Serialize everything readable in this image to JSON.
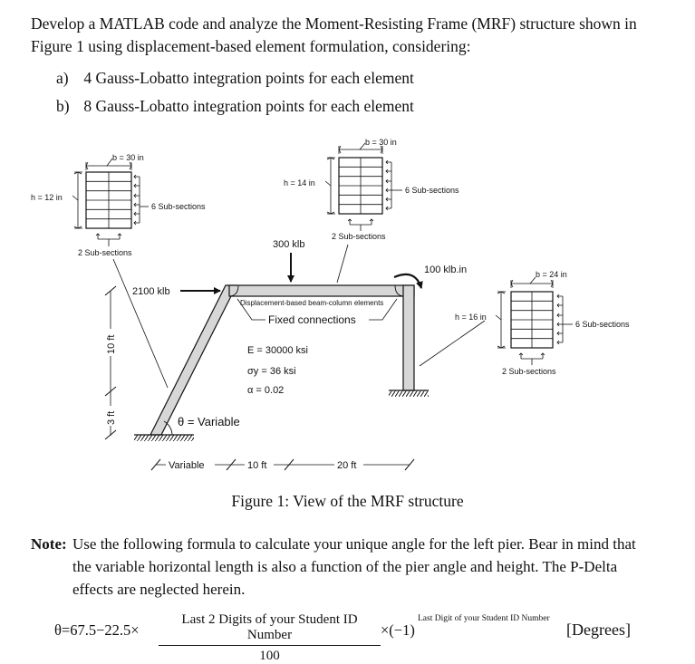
{
  "intro": "Develop a MATLAB code and analyze the Moment-Resisting Frame (MRF) structure shown in Figure 1 using displacement-based element formulation, considering:",
  "items": [
    {
      "label": "a)",
      "text": "4 Gauss-Lobatto integration points for each element"
    },
    {
      "label": "b)",
      "text": "8 Gauss-Lobatto integration points for each element"
    }
  ],
  "figure": {
    "sections": {
      "left": {
        "b": "b = 30 in",
        "h": "h = 12 in",
        "sub6": "6 Sub-sections",
        "sub2": "2 Sub-sections"
      },
      "top": {
        "b": "b = 30 in",
        "h": "h = 14 in",
        "sub6": "6 Sub-sections",
        "sub2": "2 Sub-sections"
      },
      "right": {
        "b": "b = 24 in",
        "h": "h = 16 in",
        "sub6": "6 Sub-sections",
        "sub2": "2 Sub-sections"
      }
    },
    "loads": {
      "gravity": "300 klb",
      "lateral": "2100 klb",
      "moment": "100 klb.in"
    },
    "element_note": "Displacement-based beam-column elements",
    "connections": "Fixed connections",
    "props": {
      "E": "E = 30000 ksi",
      "fy": "σy = 36 ksi",
      "alpha": "α = 0.02"
    },
    "theta": "θ = Variable",
    "heights": {
      "upper": "10 ft",
      "lower": "3 ft"
    },
    "spans": {
      "variable": "Variable",
      "mid": "10 ft",
      "right": "20 ft"
    }
  },
  "caption": "Figure 1: View of the MRF structure",
  "note": {
    "label": "Note:",
    "text": "Use the following formula to calculate your unique angle for the left pier. Bear in mind that the variable horizontal length is also a function of the pier angle and height. The P-Delta effects are neglected herein."
  },
  "formula": {
    "lhs": "θ=67.5−22.5×",
    "numerator": "Last 2 Digits of your Student ID Number",
    "denominator": "100",
    "mid": "×(−1)",
    "exponent": "Last Digit of your Student ID Number",
    "unit": "[Degrees]"
  }
}
